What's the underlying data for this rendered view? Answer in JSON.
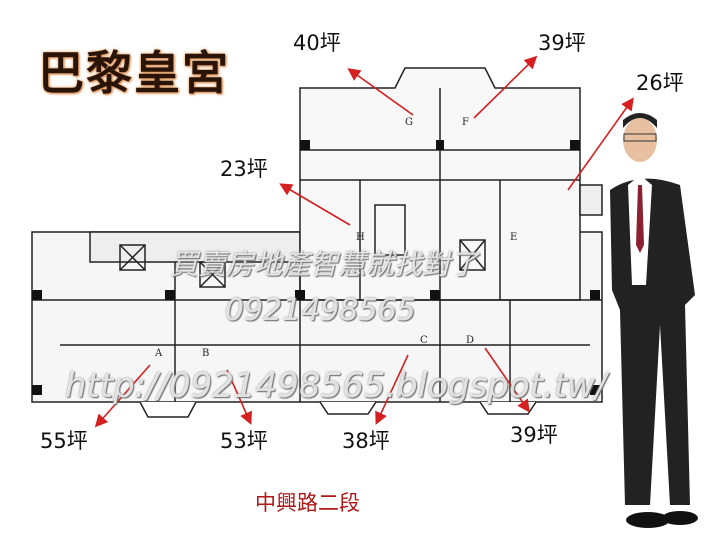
{
  "title": "巴黎皇宮",
  "street": "中興路二段",
  "units": [
    {
      "letter": "G",
      "size": "40坪"
    },
    {
      "letter": "F",
      "size": "39坪"
    },
    {
      "letter": "E",
      "size": "26坪"
    },
    {
      "letter": "H",
      "size": "23坪"
    },
    {
      "letter": "A",
      "size": "55坪"
    },
    {
      "letter": "B",
      "size": "53坪"
    },
    {
      "letter": "C",
      "size": "38坪"
    },
    {
      "letter": "D",
      "size": "39坪"
    }
  ],
  "watermark": {
    "line1": "買賣房地產智慧就找對了",
    "line2": "0921498565",
    "line3": "http://0921498565.blogspot.tw/"
  },
  "colors": {
    "arrow": "#d42020",
    "street": "#b01818"
  }
}
